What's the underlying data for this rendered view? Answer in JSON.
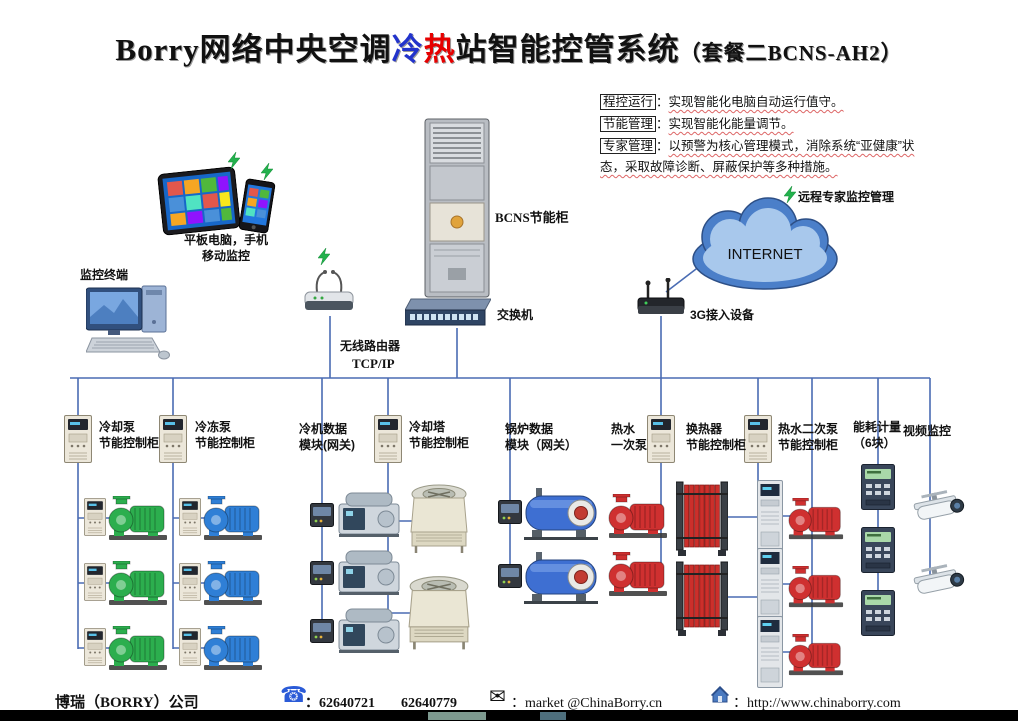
{
  "title": {
    "part1": "Borry网络中央空调",
    "cold_char": "冷",
    "hot_char": "热",
    "part2": "站智能控管系统",
    "package": "（套餐二BCNS-AH2）"
  },
  "notes": [
    {
      "label": "程控运行",
      "colon": "：",
      "text": "实现智能化电脑自动运行值守。"
    },
    {
      "label": "节能管理",
      "colon": "：",
      "text": "实现智能化能量调节。"
    },
    {
      "label": "专家管理",
      "colon": "：",
      "text": "以预警为核心管理模式，消除系统“亚健康”状态，采取故障诊断、屏蔽保护等多种措施。"
    }
  ],
  "network": {
    "mobile_line1": "平板电脑，手机",
    "mobile_line2": "移动监控",
    "terminal": "监控终端",
    "rack": "BCNS节能柜",
    "router": "无线路由器",
    "protocol": "TCP/IP",
    "switch": "交换机",
    "internet": "INTERNET",
    "remote": "远程专家监控管理",
    "g3": "3G接入设备"
  },
  "columns": [
    {
      "label": "冷却泵\n节能控制柜"
    },
    {
      "label": "冷冻泵\n节能控制柜"
    },
    {
      "label": "冷机数据\n模块(网关)"
    },
    {
      "label": "冷却塔\n节能控制柜"
    },
    {
      "label": "锅炉数据\n模块（网关）"
    },
    {
      "label": "热水\n一次泵"
    },
    {
      "label": "换热器\n节能控制柜"
    },
    {
      "label": "热水二次泵\n节能控制柜"
    },
    {
      "label": "能耗计量\n（6块）"
    },
    {
      "label": "视频监控"
    }
  ],
  "footer": {
    "company": "博瑞（BORRY）公司",
    "colon": "：",
    "phone1": "62640721",
    "phone2": "62640779",
    "email": "market @ChinaBorry.cn",
    "website": "http://www.chinaborry.com"
  },
  "colors": {
    "wire": "#4a6cb3",
    "cold": "#2233cc",
    "hot": "#e60000",
    "pump_green": "#2cae4e",
    "pump_blue": "#2f7fd6",
    "pump_red": "#cf3030",
    "cloud": "#4b7fc9",
    "wireless": "#23b14d"
  }
}
